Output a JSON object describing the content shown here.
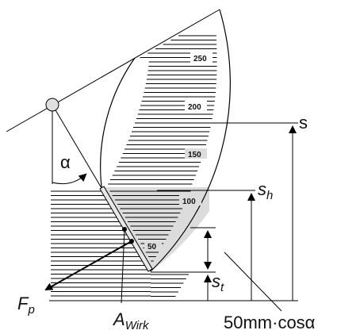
{
  "scale_labels": [
    "250",
    "200",
    "150",
    "100",
    "50"
  ],
  "labels": {
    "alpha": "α",
    "force_main": "F",
    "force_sub": "p",
    "area_main": "A",
    "area_sub": "Wirk",
    "s": "s",
    "sh_main": "s",
    "sh_sub": "h",
    "st_main": "s",
    "st_sub": "t",
    "formula": "50mm·cosα"
  },
  "colors": {
    "shaded": "#dcdcdc",
    "line": "#000000",
    "pivot": "#e0e0e0"
  }
}
